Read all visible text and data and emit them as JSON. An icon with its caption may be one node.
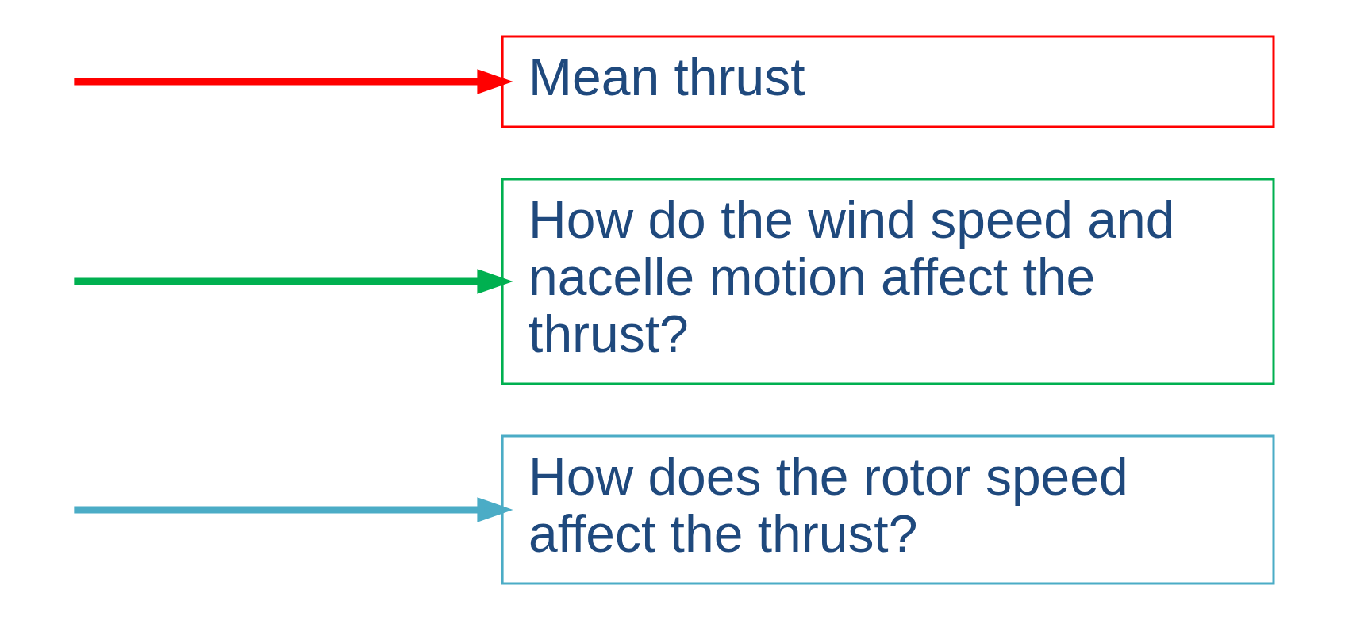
{
  "diagram": {
    "nodes": [
      {
        "text": [
          "How does the rotor speed affect the thrust?"
        ]
      },
      {
        "text": [
          "How do the wind speed and nacelle motion affect the thrust?"
        ]
      },
      {
        "text": [
          "Mean thrust"
        ]
      }
    ],
    "edges": [
      {
        "from": null,
        "to": 0,
        "arrow": "to",
        "color": "#4bacc6"
      },
      {
        "from": null,
        "to": 1,
        "arrow": "to",
        "color": "#00b050"
      },
      {
        "from": null,
        "to": 2,
        "arrow": "to",
        "color": "#ff0000"
      }
    ]
  }
}
